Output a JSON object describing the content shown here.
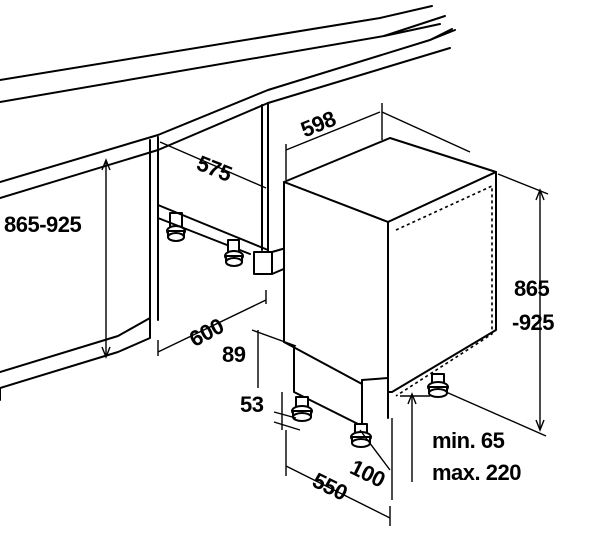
{
  "dimensions": {
    "cabinet_height": "865-925",
    "cabinet_depth": "575",
    "niche_depth": "600",
    "appliance_width": "598",
    "appliance_height_line1": "865",
    "appliance_height_line2": "-925",
    "plinth_height": "89",
    "plinth_recess": "53",
    "foot_setback": "100",
    "appliance_depth": "550",
    "door_clearance_min": "min. 65",
    "door_clearance_max": "max. 220"
  }
}
